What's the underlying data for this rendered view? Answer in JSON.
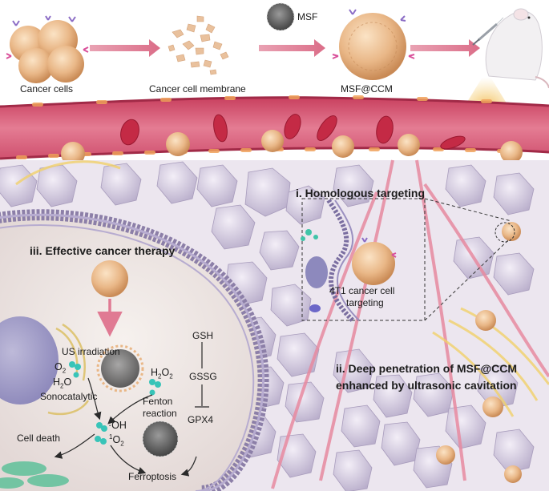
{
  "pipeline": {
    "cancer_cells": "Cancer cells",
    "cancer_cell_membrane": "Cancer cell membrane",
    "msf": "MSF",
    "msf_ccm": "MSF@CCM"
  },
  "panels": {
    "homologous": "i. Homologous targeting",
    "deep_line1": "ii. Deep penetration of MSF@CCM",
    "deep_line2": "enhanced by ultrasonic cavitation",
    "therapy": "iii. Effective cancer therapy",
    "targeting_line1": "4T1 cancer cell",
    "targeting_line2": "targeting"
  },
  "mechanism": {
    "us_irradiation": "US irradiation",
    "o2": "O",
    "o2_sub": "2",
    "h2o": "H",
    "h2o_sub": "2",
    "h2o_tail": "O",
    "sonocatalytic": "Sonocatalytic",
    "h2o2_a": "H",
    "h2o2_sub1": "2",
    "h2o2_b": "O",
    "h2o2_sub2": "2",
    "fenton": "Fenton",
    "reaction": "reaction",
    "oh": "·OH",
    "singlet_sup": "1",
    "singlet": "O",
    "singlet_sub": "2",
    "cell_death": "Cell death",
    "ferroptosis": "Ferroptosis",
    "gsh": "GSH",
    "gssg": "GSSG",
    "gpx4": "GPX4"
  },
  "colors": {
    "vessel": "#d94a6a",
    "vessel_dark": "#b8324f",
    "nanoparticle": "#e8b98a",
    "arrow_pink": "#e7849b",
    "cell_purple": "#c9bfd6",
    "membrane": "#8c7fa8",
    "ros_teal": "#38c4b8"
  }
}
